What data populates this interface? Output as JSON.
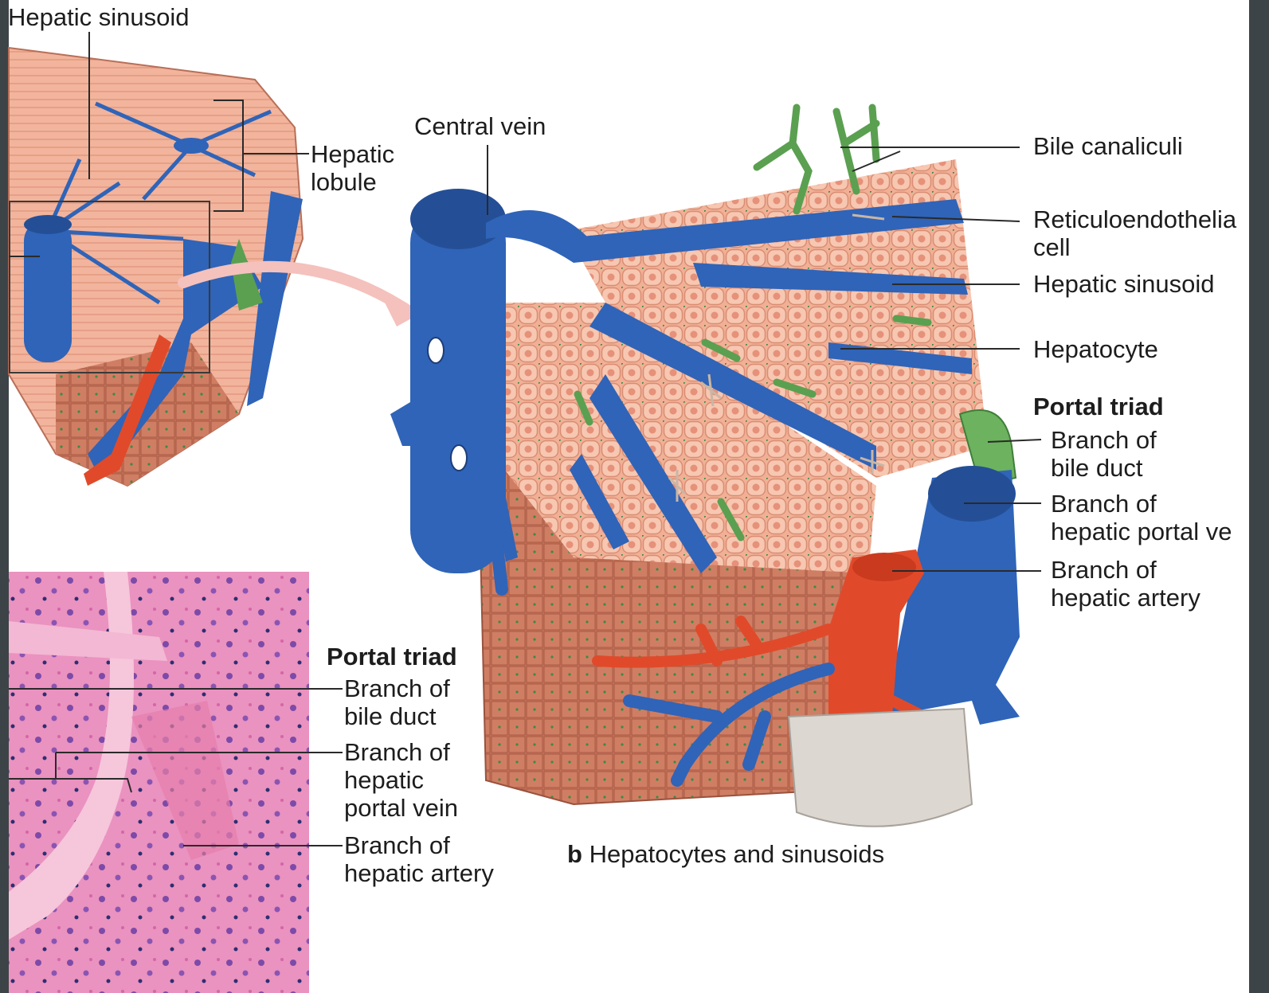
{
  "panel_a": {
    "label_hepatic_sinusoid": "Hepatic sinusoid",
    "label_hepatic_lobule": "Hepatic\nlobule"
  },
  "panel_b": {
    "caption_letter": "b",
    "caption_text": "Hepatocytes and sinusoids",
    "label_central_vein": "Central vein",
    "label_bile_canaliculi": "Bile canaliculi",
    "label_reticuloendothelial": "Reticuloendothelia\ncell",
    "label_hepatic_sinusoid": "Hepatic sinusoid",
    "label_hepatocyte": "Hepatocyte",
    "portal_triad_heading": "Portal triad",
    "label_bile_duct": "Branch of\nbile duct",
    "label_portal_vein": "Branch of\nhepatic portal ve",
    "label_hepatic_artery": "Branch of\nhepatic artery"
  },
  "micrograph": {
    "portal_triad_heading": "Portal triad",
    "label_bile_duct": "Branch of\nbile duct",
    "label_portal_vein": "Branch of\nhepatic\nportal vein",
    "label_hepatic_artery": "Branch of\nhepatic artery"
  },
  "colors": {
    "vein_blue": "#2f64b8",
    "artery_red": "#e04a2a",
    "bile_green": "#5aa050",
    "hepatocyte": "#f3b49a",
    "tissue_cut": "#cf7c62",
    "histology_pink": "#e27bb0"
  }
}
